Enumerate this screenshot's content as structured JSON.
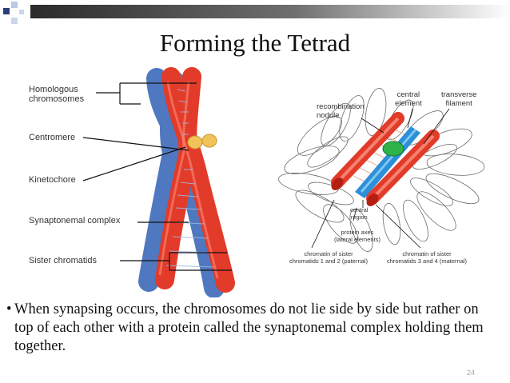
{
  "slide": {
    "title": "Forming the Tetrad",
    "bullet": "When synapsing occurs, the chromosomes do not lie side by side but rather on top of each other with a protein called the synaptonemal complex holding them together.",
    "slide_number": "24"
  },
  "left_diagram": {
    "labels": {
      "homologous_line1": "Homologous",
      "homologous_line2": "chromosomes",
      "centromere": "Centromere",
      "kinetochore": "Kinetochore",
      "synaptonemal": "Synaptonemal complex",
      "sister": "Sister chromatids"
    }
  },
  "right_diagram": {
    "labels": {
      "central_element_1": "central",
      "central_element_2": "element",
      "transverse_1": "transverse",
      "transverse_2": "filament",
      "recombination_1": "recombination",
      "recombination_2": "nodule",
      "central_region_1": "central",
      "central_region_2": "region",
      "protein_axes_1": "protein axes",
      "protein_axes_2": "(lateral elements)",
      "chromatin_pat_1": "chromatin of sister",
      "chromatin_pat_2": "chromatids 1 and 2 (paternal)",
      "chromatin_mat_1": "chromatin of sister",
      "chromatin_mat_2": "chromatids 3 and 4 (maternal)"
    }
  },
  "colors": {
    "title_bar_dark": "#3a3a3a",
    "title_bar_blue": "#3f6fb0",
    "chromatid_red": "#e23b2a",
    "chromatid_blue": "#4f78c0",
    "centromere": "#f2c25a",
    "central_element": "#2c8fd8",
    "nodule": "#2fb24a"
  }
}
